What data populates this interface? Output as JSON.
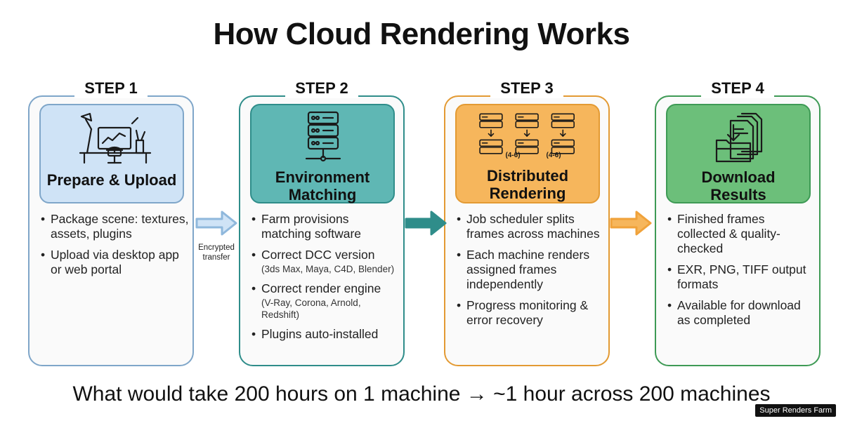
{
  "title": "How Cloud Rendering Works",
  "steps": [
    {
      "label": "STEP 1",
      "title": "Prepare & Upload",
      "icon": "workstation-icon",
      "color": "#7fa6c9",
      "bg": "#cfe3f6",
      "bullets": [
        {
          "text": "Package scene: textures, assets, plugins"
        },
        {
          "text": "Upload via desktop app or web portal"
        }
      ]
    },
    {
      "label": "STEP 2",
      "title": "Environment Matching",
      "icon": "server-rack-icon",
      "color": "#2f8d8a",
      "bg": "#5fb7b4",
      "bullets": [
        {
          "text": "Farm provisions matching software"
        },
        {
          "text": "Correct DCC version",
          "sub": "(3ds Max, Maya, C4D, Blender)"
        },
        {
          "text": "Correct render engine",
          "sub": "(V-Ray, Corona, Arnold, Redshift)"
        },
        {
          "text": "Plugins auto-installed"
        }
      ]
    },
    {
      "label": "STEP 3",
      "title": "Distributed Rendering",
      "icon": "server-grid-icon",
      "color": "#e39a33",
      "bg": "#f6b65c",
      "grid_label": "(4-6)",
      "bullets": [
        {
          "text": "Job scheduler splits frames across machines"
        },
        {
          "text": "Each machine renders assigned frames independently"
        },
        {
          "text": "Progress monitoring & error recovery"
        }
      ]
    },
    {
      "label": "STEP 4",
      "title": "Download Results",
      "icon": "download-folder-icon",
      "color": "#3e9a55",
      "bg": "#6cbf7a",
      "bullets": [
        {
          "text": "Finished frames collected & quality-checked"
        },
        {
          "text": "EXR, PNG, TIFF output formats"
        },
        {
          "text": "Available for download as completed"
        }
      ]
    }
  ],
  "arrow_label": "Encrypted transfer",
  "arrow_colors": [
    "#8fb8dc",
    "#2f8d8a",
    "#f0a23a"
  ],
  "tagline": "What would take 200 hours on 1 machine → ~1 hour across 200 machines",
  "brand": "Super Renders Farm"
}
